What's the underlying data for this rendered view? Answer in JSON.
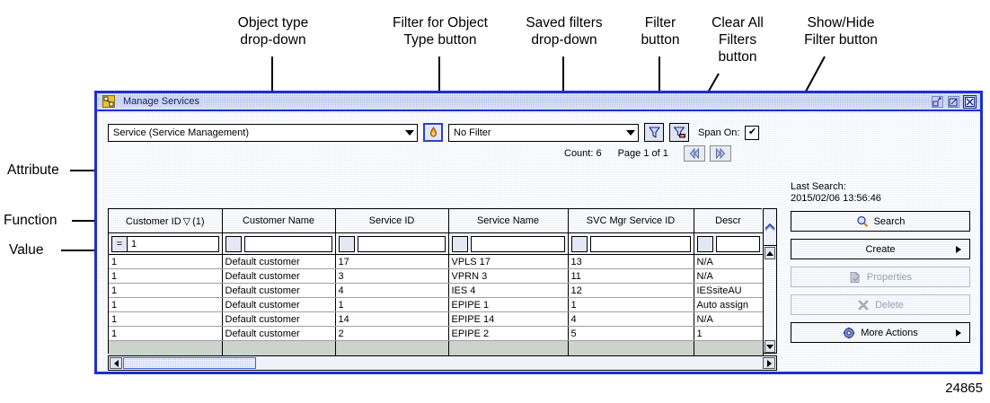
{
  "annotations": {
    "top": [
      {
        "id": "object-type-dropdown",
        "text": "Object type\ndrop-down"
      },
      {
        "id": "filter-for-object-type-button",
        "text": "Filter for Object\nType button"
      },
      {
        "id": "saved-filters-dropdown",
        "text": "Saved filters\ndrop-down"
      },
      {
        "id": "filter-button",
        "text": "Filter\nbutton"
      },
      {
        "id": "clear-all-filters-button",
        "text": "Clear All\nFilters\nbutton"
      },
      {
        "id": "show-hide-filter-button",
        "text": "Show/Hide\nFilter button"
      }
    ],
    "left": [
      {
        "id": "attribute",
        "text": "Attribute"
      },
      {
        "id": "function",
        "text": "Function"
      },
      {
        "id": "value",
        "text": "Value"
      }
    ]
  },
  "window": {
    "title": "Manage Services",
    "icon": "services-icon",
    "controls": [
      {
        "name": "restore-down-icon",
        "glyph": "restore"
      },
      {
        "name": "maximize-icon",
        "glyph": "maximize"
      },
      {
        "name": "close-icon",
        "glyph": "close"
      }
    ]
  },
  "toolbar": {
    "object_type": {
      "value": "Service (Service Management)",
      "arrow_icon": "chevron-down-icon"
    },
    "filter_for_object_type": {
      "icon": "flame-filter-icon"
    },
    "saved_filters": {
      "value": "No Filter",
      "arrow_icon": "chevron-down-icon"
    },
    "filter_button": {
      "icon": "funnel-icon"
    },
    "clear_all_filters_button": {
      "icon": "funnel-clear-icon"
    },
    "span_on": {
      "label": "Span On:",
      "checked": true,
      "check_glyph": "✔"
    }
  },
  "status": {
    "count_label": "Count: 6",
    "page_label": "Page 1 of 1",
    "prev_page_icon": "chevron-double-left-icon",
    "next_page_icon": "chevron-double-right-icon"
  },
  "table": {
    "columns": [
      {
        "label": "Customer ID",
        "sorted": true,
        "sort_icon": "sort-desc-icon",
        "sort_order": "(1)",
        "width": 126
      },
      {
        "label": "Customer Name",
        "sorted": false,
        "width": 126
      },
      {
        "label": "Service ID",
        "sorted": false,
        "width": 126
      },
      {
        "label": "Service Name",
        "sorted": false,
        "width": 133
      },
      {
        "label": "SVC Mgr Service ID",
        "sorted": false,
        "width": 140
      },
      {
        "label": "Descr",
        "sorted": false,
        "width": 77
      }
    ],
    "filter_row": [
      {
        "function": "=",
        "value": "1"
      },
      {
        "function": "",
        "value": ""
      },
      {
        "function": "",
        "value": ""
      },
      {
        "function": "",
        "value": ""
      },
      {
        "function": "",
        "value": ""
      },
      {
        "function": "",
        "value": ""
      }
    ],
    "rows": [
      [
        "1",
        "Default customer",
        "17",
        "VPLS 17",
        "13",
        "N/A"
      ],
      [
        "1",
        "Default customer",
        "3",
        "VPRN 3",
        "11",
        "N/A"
      ],
      [
        "1",
        "Default customer",
        "4",
        "IES 4",
        "12",
        "IESsiteAU"
      ],
      [
        "1",
        "Default customer",
        "1",
        "EPIPE 1",
        "1",
        "Auto assign"
      ],
      [
        "1",
        "Default customer",
        "14",
        "EPIPE 14",
        "4",
        "N/A"
      ],
      [
        "1",
        "Default customer",
        "2",
        "EPIPE 2",
        "5",
        "1"
      ]
    ]
  },
  "scrollbars": {
    "vertical": {
      "up_icon": "triangle-up-icon",
      "down_icon": "triangle-down-icon",
      "resize_icon": "column-resize-icon"
    },
    "horizontal": {
      "left_icon": "triangle-left-icon",
      "right_icon": "triangle-right-icon"
    }
  },
  "right_panel": {
    "last_search_title": "Last Search:",
    "last_search_time": "2015/02/06 13:56:46",
    "buttons": [
      {
        "label": "Search",
        "icon": "magnifier-icon",
        "disabled": false,
        "has_arrow": false
      },
      {
        "label": "Create",
        "icon": null,
        "disabled": false,
        "has_arrow": true
      },
      {
        "label": "Properties",
        "icon": "properties-icon",
        "disabled": true,
        "has_arrow": false
      },
      {
        "label": "Delete",
        "icon": "delete-x-icon",
        "disabled": true,
        "has_arrow": false
      },
      {
        "label": "More Actions",
        "icon": "gear-icon",
        "disabled": false,
        "has_arrow": true
      }
    ]
  },
  "figure_number": "24865",
  "colors": {
    "window_border": "#1c2fd0",
    "titlebar": "#aab9e6",
    "client_bg": "#eef1f9",
    "filler_row": "#ccd2cc",
    "scroll_thumb": "#b9c9f2"
  }
}
